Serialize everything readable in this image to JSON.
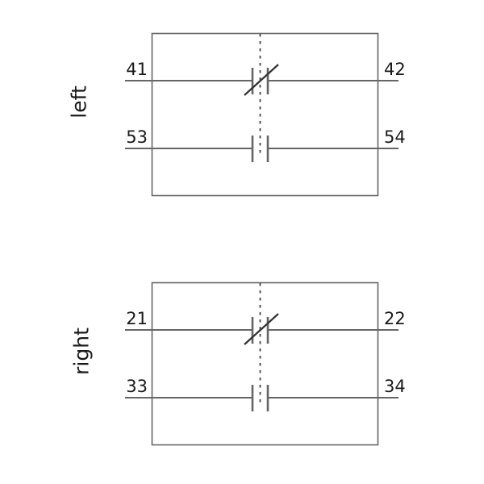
{
  "diagram": {
    "type": "contact-block-schematic",
    "background": "#ffffff",
    "line_color": "#666666",
    "text_color": "#1a1a1a",
    "blocks": [
      {
        "id": "left-block",
        "side_label": "left",
        "contacts": [
          {
            "kind": "normally-closed",
            "left_terminal": "41",
            "right_terminal": "42"
          },
          {
            "kind": "normally-open",
            "left_terminal": "53",
            "right_terminal": "54"
          }
        ],
        "mechanical_link": "dashed"
      },
      {
        "id": "right-block",
        "side_label": "right",
        "contacts": [
          {
            "kind": "normally-closed",
            "left_terminal": "21",
            "right_terminal": "22"
          },
          {
            "kind": "normally-open",
            "left_terminal": "33",
            "right_terminal": "34"
          }
        ],
        "mechanical_link": "dashed"
      }
    ]
  }
}
